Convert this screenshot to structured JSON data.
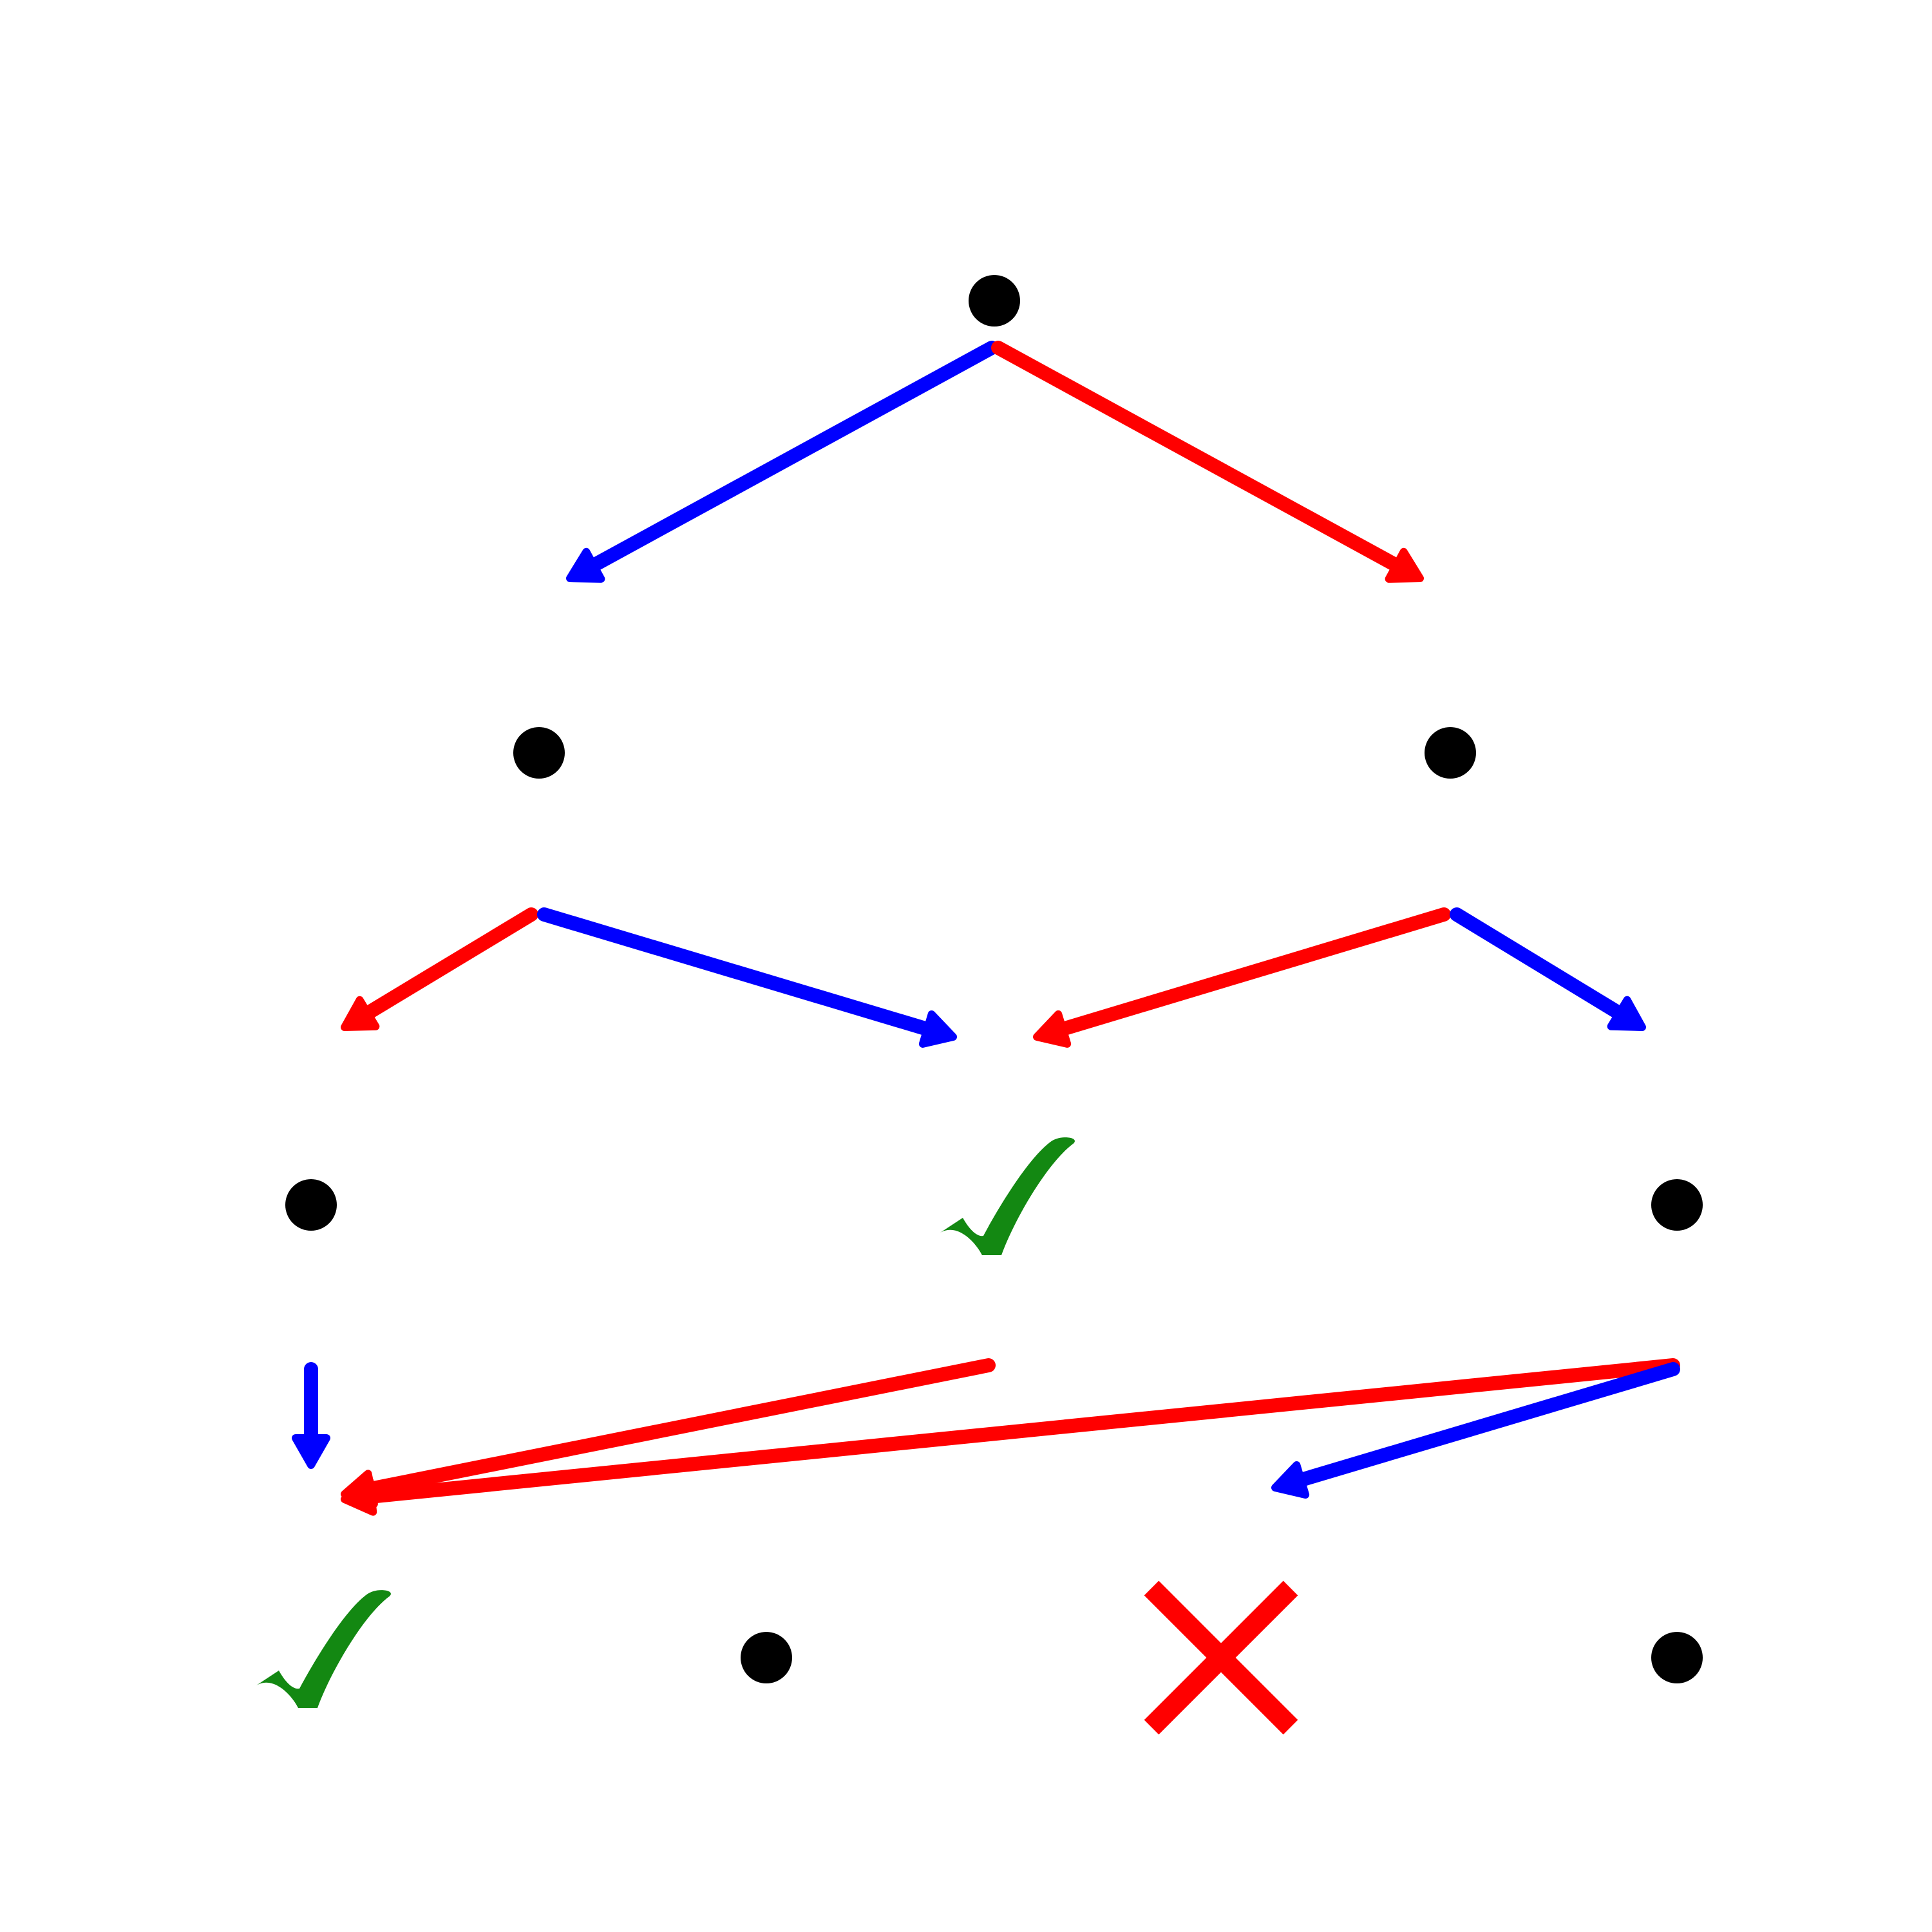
{
  "diagram": {
    "colors": {
      "background": "#ffffff",
      "node": "#000000",
      "edge_blue": "#0000ff",
      "edge_red": "#ff0000",
      "check": "#138812",
      "cross": "#ff0000"
    },
    "nodes": [
      {
        "id": "n-root",
        "kind": "dot"
      },
      {
        "id": "n-l1-left",
        "kind": "dot"
      },
      {
        "id": "n-l1-right",
        "kind": "dot"
      },
      {
        "id": "n-l2-1",
        "kind": "dot"
      },
      {
        "id": "n-l2-2",
        "kind": "check-icon"
      },
      {
        "id": "n-l2-4",
        "kind": "dot"
      },
      {
        "id": "n-l3-1",
        "kind": "check-icon"
      },
      {
        "id": "n-l3-2",
        "kind": "dot"
      },
      {
        "id": "n-l3-3",
        "kind": "cross-icon"
      },
      {
        "id": "n-l3-4",
        "kind": "dot"
      }
    ],
    "edges": [
      {
        "id": "e-root-left",
        "color": "edge_blue",
        "from": "n-root",
        "to": "n-l1-left"
      },
      {
        "id": "e-root-right",
        "color": "edge_red",
        "from": "n-root",
        "to": "n-l1-right"
      },
      {
        "id": "e-l1left-red",
        "color": "edge_red",
        "from": "n-l1-left",
        "to": "n-l2-1"
      },
      {
        "id": "e-l1left-blue",
        "color": "edge_blue",
        "from": "n-l1-left",
        "to": "n-l2-2"
      },
      {
        "id": "e-l1right-red",
        "color": "edge_red",
        "from": "n-l1-right",
        "to": "n-l2-2"
      },
      {
        "id": "e-l1right-blue",
        "color": "edge_blue",
        "from": "n-l1-right",
        "to": "n-l2-4"
      },
      {
        "id": "e-l2-1-blue",
        "color": "edge_blue",
        "from": "n-l2-1",
        "to": "n-l3-1"
      },
      {
        "id": "e-l2-2-red",
        "color": "edge_red",
        "from": "n-l2-2",
        "to": "n-l3-1"
      },
      {
        "id": "e-l2-4-red",
        "color": "edge_red",
        "from": "n-l2-4",
        "to": "n-l3-1"
      },
      {
        "id": "e-l2-4-blue",
        "color": "edge_blue",
        "from": "n-l2-4",
        "to": "n-l3-3"
      }
    ]
  }
}
